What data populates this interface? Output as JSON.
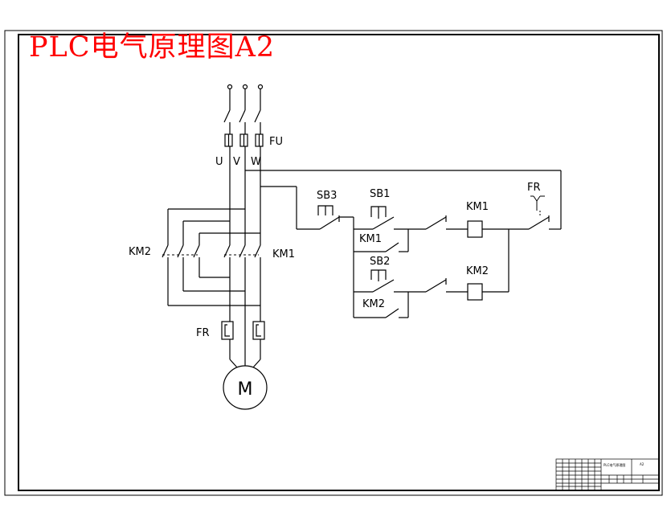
{
  "title": "PLC电气原理图A2",
  "labels": {
    "fuse": "FU",
    "phase_u": "U",
    "phase_v": "V",
    "phase_w": "W",
    "km2_main": "KM2",
    "km1_main": "KM1",
    "fr_power": "FR",
    "motor": "M",
    "sb3": "SB3",
    "sb1": "SB1",
    "km1_coil": "KM1",
    "fr_ctrl": "FR",
    "km1_aux": "KM1",
    "sb2": "SB2",
    "km2_coil": "KM2",
    "km2_aux": "KM2"
  },
  "title_block": {
    "drawing_name": "PLC电气原理图",
    "sheet_size": "A2"
  }
}
